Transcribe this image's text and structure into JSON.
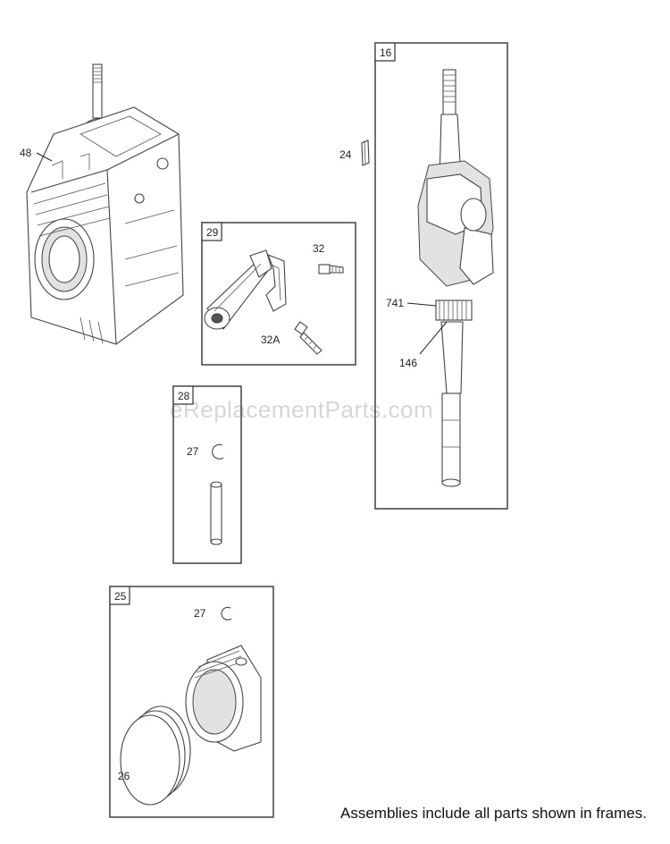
{
  "watermark": "eReplacementParts.com",
  "footer_note": "Assemblies include all parts shown in frames.",
  "frames": {
    "f16": "16",
    "f29": "29",
    "f28": "28",
    "f25": "25"
  },
  "callouts": {
    "c48": "48",
    "c24": "24",
    "c32": "32",
    "c32a": "32A",
    "c741": "741",
    "c146": "146",
    "c27a": "27",
    "c27b": "27",
    "c26": "26"
  }
}
